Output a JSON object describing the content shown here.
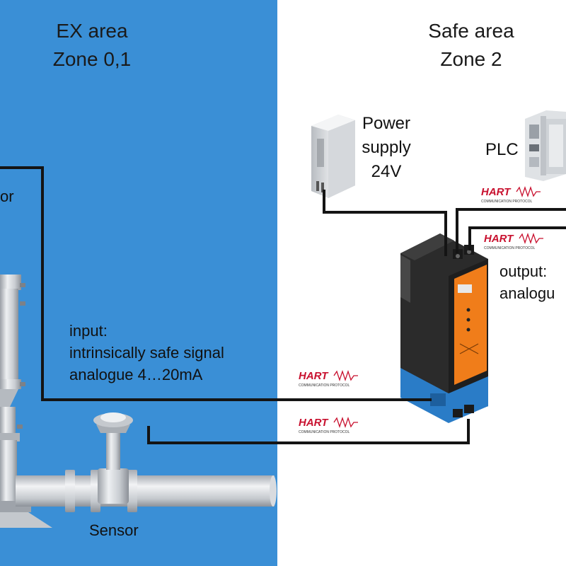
{
  "ex_area": {
    "title_line1": "EX area",
    "title_line2": "Zone 0,1",
    "cut_label": "or",
    "input_line1": "input:",
    "input_line2": "intrinsically safe signal",
    "input_line3": "analogue 4…20mA",
    "sensor_label": "Sensor"
  },
  "safe_area": {
    "title_line1": "Safe area",
    "title_line2": "Zone 2",
    "psu_line1": "Power",
    "psu_line2": "supply",
    "psu_line3": "24V",
    "plc_label": "PLC",
    "output_line1": "output:",
    "output_line2": "analogu"
  },
  "hart_logos": [
    {
      "word": "HART",
      "sub": "COMMUNICATION PROTOCOL"
    },
    {
      "word": "HART",
      "sub": "COMMUNICATION PROTOCOL"
    },
    {
      "word": "HART",
      "sub": "COMMUNICATION PROTOCOL"
    },
    {
      "word": "HART",
      "sub": "COMMUNICATION PROTOCOL"
    }
  ],
  "colors": {
    "ex_area_bg": "#3a8fd6",
    "safe_area_bg": "#ffffff",
    "wire": "#141414",
    "hart_red": "#c8102e",
    "module_orange": "#f07d1a",
    "module_blue": "#2a7cc7"
  },
  "icons": [
    "tank-icon",
    "pipe-icon",
    "sensor-icon",
    "power-supply-icon",
    "plc-icon",
    "isolator-module-icon",
    "hart-logo-icon"
  ]
}
